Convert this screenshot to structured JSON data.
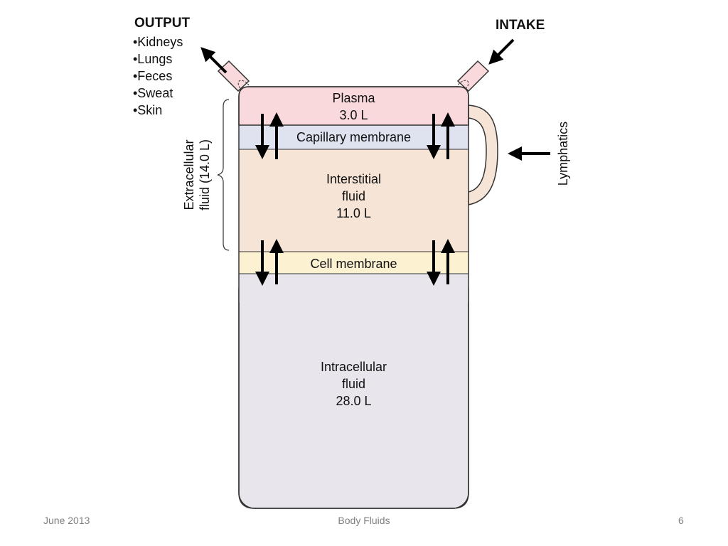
{
  "output": {
    "heading": "OUTPUT",
    "items": [
      "•Kidneys",
      "•Lungs",
      "•Feces",
      "•Sweat",
      "•Skin"
    ]
  },
  "intake": {
    "heading": "INTAKE"
  },
  "compartments": {
    "plasma": {
      "name": "Plasma",
      "volume": "3.0 L",
      "color": "#f9d9dc"
    },
    "capillary_membrane": {
      "name": "Capillary membrane",
      "color": "#dfe3ef"
    },
    "interstitial": {
      "line1": "Interstitial",
      "line2": "fluid",
      "volume": "11.0 L",
      "color": "#f6e5d6"
    },
    "cell_membrane": {
      "name": "Cell membrane",
      "color": "#fcf2d2"
    },
    "intracellular": {
      "line1": "Intracellular",
      "line2": "fluid",
      "volume": "28.0 L",
      "color": "#e8e6ec"
    }
  },
  "extracellular": {
    "line1": "Extracellular",
    "line2": "fluid (14.0 L)"
  },
  "lymphatics": {
    "label": "Lymphatics"
  },
  "footer": {
    "date": "June 2013",
    "title": "Body Fluids",
    "page": "6"
  }
}
